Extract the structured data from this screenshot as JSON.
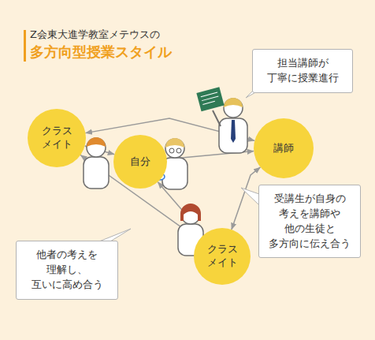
{
  "diagram": {
    "title": "多方向型授業スタイル",
    "nodes": [
      {
        "text": [
          "担当講師が 丁寧に授業進行"
        ]
      },
      {
        "text": [
          "クラス メイト"
        ]
      },
      {
        "text": [
          "自分"
        ]
      },
      {
        "text": [
          "講師"
        ]
      },
      {
        "text": [
          "受講生が自身の 考えを講師や 他の生徒と 多方向に伝え合う"
        ]
      },
      {
        "text": [
          "クラス メイト"
        ]
      },
      {
        "text": [
          "他者の考えを 理解し、 互いに高め合う"
        ]
      }
    ],
    "edges": [
      {
        "from": 1,
        "to": 3,
        "arrow": "both"
      },
      {
        "from": 1,
        "to": 2,
        "arrow": "both"
      },
      {
        "from": 2,
        "to": 3,
        "arrow": "both"
      },
      {
        "from": 1,
        "to": 5,
        "arrow": "both"
      },
      {
        "from": 2,
        "to": 5,
        "arrow": "both"
      },
      {
        "from": 3,
        "to": 5,
        "arrow": "both"
      }
    ],
    "labels": [
      "Z会東大進学教室メテウスの"
    ]
  }
}
